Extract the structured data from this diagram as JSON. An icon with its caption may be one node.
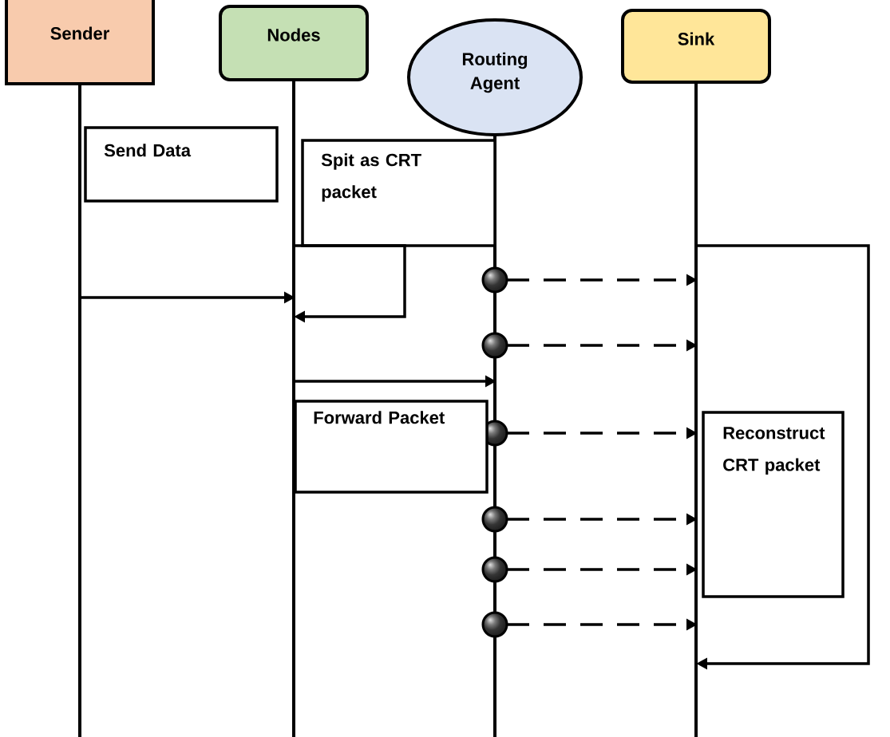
{
  "diagram": {
    "nodes": [
      {
        "text": [
          "Sender"
        ]
      },
      {
        "text": [
          "Nodes"
        ]
      },
      {
        "text": [
          "Routing Agent"
        ]
      },
      {
        "text": [
          "Sink"
        ]
      },
      {
        "text": [
          "Send Data"
        ]
      },
      {
        "text": [
          "Spit as CRT packet"
        ]
      },
      {
        "text": [
          "Forward Packet"
        ]
      },
      {
        "text": [
          "Reconstruct CRT packet"
        ]
      }
    ],
    "edges": [
      {
        "from": 0,
        "to": 1,
        "arrow": "to"
      },
      {
        "from": 1,
        "to": 1,
        "arrow": "to"
      },
      {
        "from": 1,
        "to": 2,
        "arrow": "to"
      },
      {
        "from": 2,
        "to": 3,
        "arrow": "to",
        "style": "dashed"
      },
      {
        "from": 2,
        "to": 3,
        "arrow": "to",
        "style": "dashed"
      },
      {
        "from": 2,
        "to": 3,
        "arrow": "to",
        "style": "dashed"
      },
      {
        "from": 2,
        "to": 3,
        "arrow": "to",
        "style": "dashed"
      },
      {
        "from": 2,
        "to": 3,
        "arrow": "to",
        "style": "dashed"
      },
      {
        "from": 2,
        "to": 3,
        "arrow": "to",
        "style": "dashed"
      },
      {
        "from": 3,
        "to": 3,
        "arrow": "to"
      }
    ]
  }
}
